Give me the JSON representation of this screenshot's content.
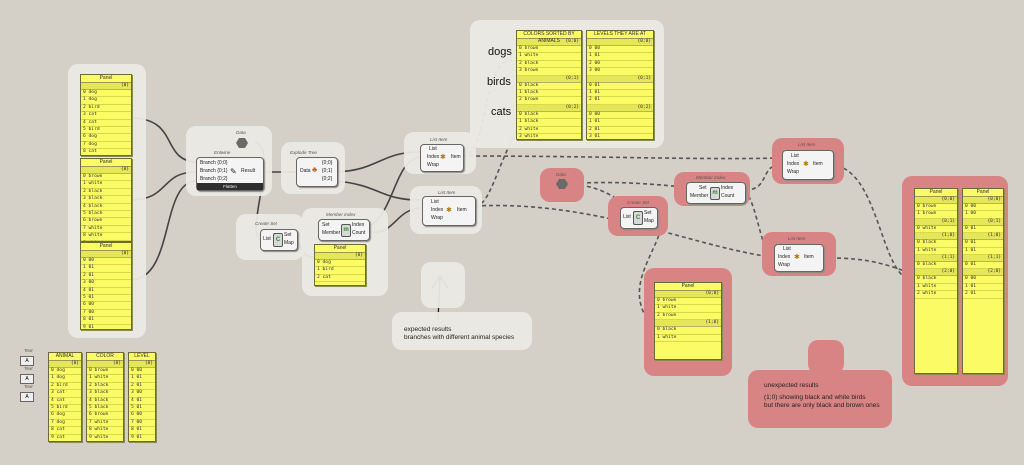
{
  "canvas_labels": {
    "dogs": "dogs",
    "birds": "birds",
    "cats": "cats"
  },
  "notes": {
    "expected_line1": "expected results",
    "expected_line2": "branches with different animal species",
    "unexpected_line1": "unexpected results",
    "unexpected_line2": "(1;0) showing black and white birds",
    "unexpected_line3": "but there are only black and brown ones"
  },
  "panels": {
    "animals_in": {
      "title": "Panel",
      "path": "{0}",
      "rows": [
        "0 dog",
        "1 dog",
        "2 bird",
        "3 cat",
        "4 cat",
        "5 bird",
        "6 dog",
        "7 dog",
        "8 cat",
        "9 cat",
        "10 bird"
      ]
    },
    "colors_in": {
      "title": "Panel",
      "path": "{0}",
      "rows": [
        "0 brown",
        "1 white",
        "2 black",
        "3 black",
        "4 black",
        "5 black",
        "6 brown",
        "7 white",
        "8 white",
        "9 white"
      ]
    },
    "levels_in": {
      "title": "Panel",
      "path": "{0}",
      "rows": [
        "0 00",
        "1 01",
        "2 01",
        "3 00",
        "4 01",
        "5 01",
        "6 00",
        "7 00",
        "8 01",
        "9 01",
        "10 01"
      ]
    },
    "animal_src": {
      "title": "ANIMAL",
      "path": "{0}",
      "rows": [
        "0 dog",
        "1 dog",
        "2 bird",
        "3 cat",
        "4 cat",
        "5 bird",
        "6 dog",
        "7 dog",
        "8 cat",
        "9 cat",
        "10 bird"
      ]
    },
    "color_src": {
      "title": "COLOR",
      "path": "{0}",
      "rows": [
        "0 brown",
        "1 white",
        "2 black",
        "3 black",
        "4 black",
        "5 black",
        "6 brown",
        "7 white",
        "8 white",
        "9 white",
        "10 brown"
      ]
    },
    "level_src": {
      "title": "LEVEL",
      "path": "{0}",
      "rows": [
        "0 00",
        "1 01",
        "2 01",
        "3 00",
        "4 01",
        "5 01",
        "6 00",
        "7 00",
        "8 01",
        "9 01",
        "10 01"
      ]
    },
    "member_out": {
      "title": "Panel",
      "path": "{0}",
      "rows": [
        "0 dog",
        "1 bird",
        "2 cat"
      ]
    },
    "sorted_colors": {
      "title": "COLORS SORTED BY ANIMALS",
      "sections": [
        {
          "path": "{0;0}",
          "rows": [
            "0 brown",
            "1 white",
            "2 black",
            "3 brown"
          ]
        },
        {
          "path": "{0;1}",
          "rows": [
            "0 black",
            "1 black",
            "2 brown"
          ]
        },
        {
          "path": "{0;2}",
          "rows": [
            "0 black",
            "1 black",
            "2 white",
            "3 white"
          ]
        }
      ]
    },
    "sorted_levels": {
      "title": "LEVELS THEY ARE AT",
      "sections": [
        {
          "path": "{0;0}",
          "rows": [
            "0 00",
            "1 01",
            "2 00",
            "3 00"
          ]
        },
        {
          "path": "{0;1}",
          "rows": [
            "0 01",
            "1 01",
            "2 01"
          ]
        },
        {
          "path": "{0;2}",
          "rows": [
            "0 00",
            "1 01",
            "2 01",
            "3 01"
          ]
        }
      ]
    },
    "unexpected_mid": {
      "title": "Panel",
      "sections": [
        {
          "path": "{0;0}",
          "rows": [
            "0 brown",
            "1 white",
            "2 brown"
          ]
        },
        {
          "path": "{1;0}",
          "rows": [
            "0 black",
            "1 white"
          ]
        }
      ]
    },
    "right_a": {
      "title": "Panel",
      "sections": [
        {
          "path": "{0;0}",
          "rows": [
            "0 brown",
            "1 brown"
          ]
        },
        {
          "path": "{0;1}",
          "rows": [
            "0 white"
          ]
        },
        {
          "path": "{1;0}",
          "rows": [
            "0 black",
            "1 white"
          ]
        },
        {
          "path": "{1;1}",
          "rows": [
            "0 black"
          ]
        },
        {
          "path": "{2;0}",
          "rows": [
            "0 black",
            "1 white",
            "2 white"
          ]
        }
      ]
    },
    "right_b": {
      "title": "Panel",
      "sections": [
        {
          "path": "{0;0}",
          "rows": [
            "0 00",
            "1 00"
          ]
        },
        {
          "path": "{0;1}",
          "rows": [
            "0 01"
          ]
        },
        {
          "path": "{1;0}",
          "rows": [
            "0 01",
            "1 01"
          ]
        },
        {
          "path": "{1;1}",
          "rows": [
            "0 01"
          ]
        },
        {
          "path": "{2;0}",
          "rows": [
            "0 00",
            "1 01",
            "2 01"
          ]
        }
      ]
    }
  },
  "components": {
    "entwine": {
      "title": "Entwine",
      "inputs": [
        "Branch {0;0}",
        "Branch {0;1}",
        "Branch {0;2}"
      ],
      "output": "Result",
      "flatten": "Flatten"
    },
    "explode": {
      "title": "Explode Tree",
      "input": "Data",
      "outputs": [
        "{0;0}",
        "{0;1}",
        "{0;2}"
      ]
    },
    "data1": {
      "title": "Data"
    },
    "data2": {
      "title": "Data"
    },
    "create_set1": {
      "title": "Create Set",
      "input": "List",
      "outputs": [
        "Set",
        "Map"
      ]
    },
    "member_index1": {
      "title": "Member Index",
      "inputs": [
        "Set",
        "Member"
      ],
      "outputs": [
        "Index",
        "Count"
      ]
    },
    "list_item1": {
      "title": "List Item",
      "inputs": [
        "List",
        "Index",
        "Wrap"
      ],
      "output": "Item"
    },
    "list_item2": {
      "title": "List Item",
      "inputs": [
        "List",
        "Index",
        "Wrap"
      ],
      "output": "Item"
    },
    "create_set2": {
      "title": "Create Set",
      "input": "List",
      "outputs": [
        "Set",
        "Map"
      ]
    },
    "member_index2": {
      "title": "Member Index",
      "inputs": [
        "Set",
        "Member"
      ],
      "outputs": [
        "Index",
        "Count"
      ]
    },
    "list_item3": {
      "title": "List Item",
      "inputs": [
        "List",
        "Index",
        "Wrap"
      ],
      "output": "Item"
    },
    "list_item4": {
      "title": "List Item",
      "inputs": [
        "List",
        "Index",
        "Wrap"
      ],
      "output": "Item"
    },
    "text1": {
      "title": "Text"
    },
    "text2": {
      "title": "Text"
    },
    "text3": {
      "title": "Text"
    }
  }
}
